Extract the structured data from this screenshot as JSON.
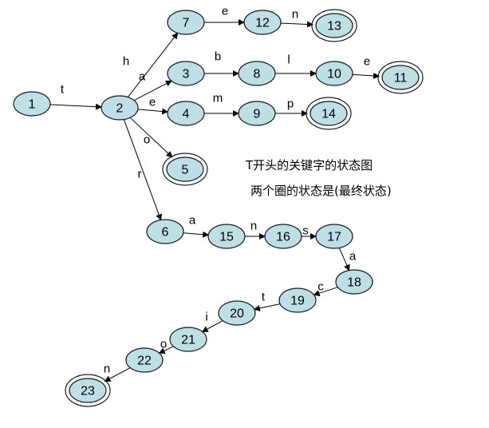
{
  "caption": {
    "title": "T开头的关键字的状态图",
    "note": "两个圈的状态是(最终状态)"
  },
  "states": [
    {
      "id": "1",
      "final": false
    },
    {
      "id": "2",
      "final": false
    },
    {
      "id": "7",
      "final": false
    },
    {
      "id": "12",
      "final": false
    },
    {
      "id": "13",
      "final": true
    },
    {
      "id": "3",
      "final": false
    },
    {
      "id": "8",
      "final": false
    },
    {
      "id": "10",
      "final": false
    },
    {
      "id": "11",
      "final": true
    },
    {
      "id": "4",
      "final": false
    },
    {
      "id": "9",
      "final": false
    },
    {
      "id": "14",
      "final": true
    },
    {
      "id": "5",
      "final": true
    },
    {
      "id": "6",
      "final": false
    },
    {
      "id": "15",
      "final": false
    },
    {
      "id": "16",
      "final": false
    },
    {
      "id": "17",
      "final": false
    },
    {
      "id": "18",
      "final": false
    },
    {
      "id": "19",
      "final": false
    },
    {
      "id": "20",
      "final": false
    },
    {
      "id": "21",
      "final": false
    },
    {
      "id": "22",
      "final": false
    },
    {
      "id": "23",
      "final": true
    }
  ],
  "transitions": [
    {
      "from": "1",
      "to": "2",
      "symbol": "t"
    },
    {
      "from": "2",
      "to": "7",
      "symbol": "h"
    },
    {
      "from": "7",
      "to": "12",
      "symbol": "e"
    },
    {
      "from": "12",
      "to": "13",
      "symbol": "n"
    },
    {
      "from": "2",
      "to": "3",
      "symbol": "a"
    },
    {
      "from": "3",
      "to": "8",
      "symbol": "b"
    },
    {
      "from": "8",
      "to": "10",
      "symbol": "l"
    },
    {
      "from": "10",
      "to": "11",
      "symbol": "e"
    },
    {
      "from": "2",
      "to": "4",
      "symbol": "e"
    },
    {
      "from": "4",
      "to": "9",
      "symbol": "m"
    },
    {
      "from": "9",
      "to": "14",
      "symbol": "p"
    },
    {
      "from": "2",
      "to": "5",
      "symbol": "o"
    },
    {
      "from": "2",
      "to": "6",
      "symbol": "r"
    },
    {
      "from": "6",
      "to": "15",
      "symbol": "a"
    },
    {
      "from": "15",
      "to": "16",
      "symbol": "n"
    },
    {
      "from": "16",
      "to": "17",
      "symbol": "s"
    },
    {
      "from": "17",
      "to": "18",
      "symbol": "a"
    },
    {
      "from": "18",
      "to": "19",
      "symbol": "c"
    },
    {
      "from": "19",
      "to": "20",
      "symbol": "t"
    },
    {
      "from": "20",
      "to": "21",
      "symbol": "i"
    },
    {
      "from": "21",
      "to": "22",
      "symbol": "o"
    },
    {
      "from": "22",
      "to": "23",
      "symbol": "n"
    }
  ]
}
